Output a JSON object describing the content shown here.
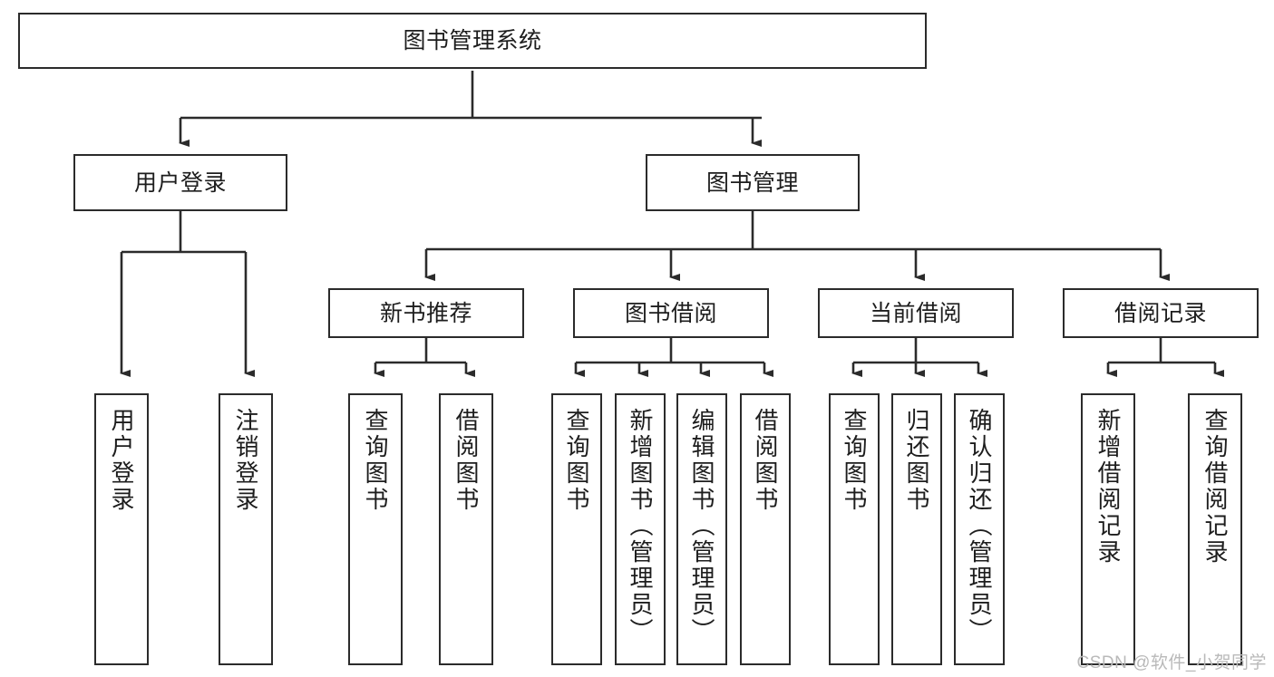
{
  "diagram": {
    "title": "图书管理系统",
    "type": "tree-hierarchy-chart",
    "watermark": "CSDN @软件_小贺同学",
    "colors": {
      "background": "#ffffff",
      "node_border": "#2b2b2b",
      "node_fill": "#ffffff",
      "edge": "#2b2b2b",
      "text": "#1d1d1d",
      "watermark": "#b9b9b9"
    },
    "root": {
      "label": "图书管理系统"
    },
    "level2": [
      {
        "label": "用户登录"
      },
      {
        "label": "图书管理"
      }
    ],
    "level3": [
      {
        "label": "新书推荐"
      },
      {
        "label": "图书借阅"
      },
      {
        "label": "当前借阅"
      },
      {
        "label": "借阅记录"
      }
    ],
    "leaves": {
      "user_login": [
        {
          "label": "用户登录"
        },
        {
          "label": "注销登录"
        }
      ],
      "new_book_recommend": [
        {
          "label": "查询图书"
        },
        {
          "label": "借阅图书"
        }
      ],
      "book_borrow": [
        {
          "label": "查询图书"
        },
        {
          "label": "新增图书（管理员）"
        },
        {
          "label": "编辑图书（管理员）"
        },
        {
          "label": "借阅图书"
        }
      ],
      "current_borrow": [
        {
          "label": "查询图书"
        },
        {
          "label": "归还图书"
        },
        {
          "label": "确认归还（管理员）"
        }
      ],
      "borrow_record": [
        {
          "label": "新增借阅记录"
        },
        {
          "label": "查询借阅记录"
        }
      ]
    }
  }
}
